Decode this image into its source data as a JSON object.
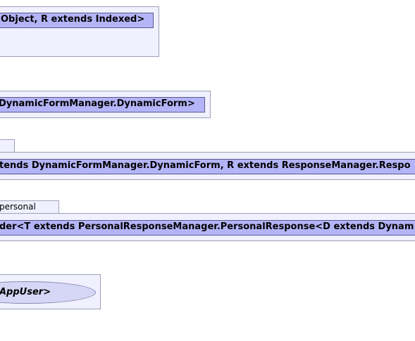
{
  "diagram": {
    "node1": {
      "label": "Object, R extends Indexed>"
    },
    "node2": {
      "label": "DynamicFormManager.DynamicForm>"
    },
    "node3": {
      "label": "tends DynamicFormManager.DynamicForm, R extends ResponseManager.Respo"
    },
    "node4": {
      "tab": "personal",
      "label": "der<T extends PersonalResponseManager.PersonalResponse<D extends Dynam"
    },
    "node5": {
      "label": "AppUser>"
    }
  }
}
